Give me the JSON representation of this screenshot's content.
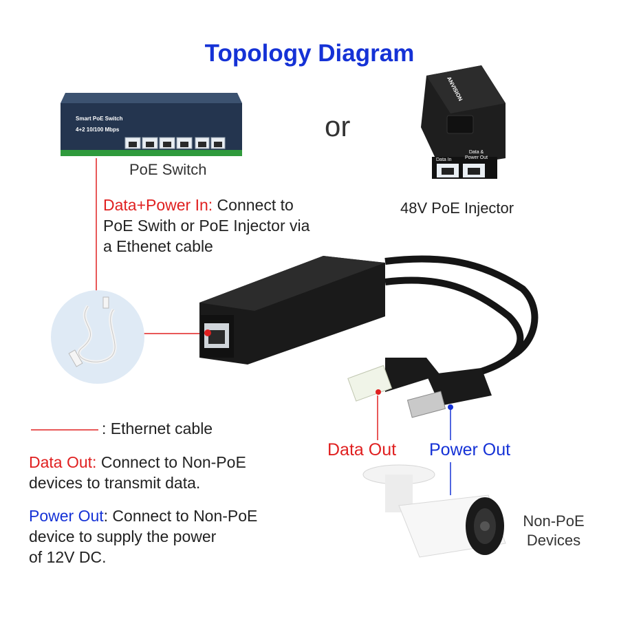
{
  "title": "Topology Diagram",
  "switch": {
    "label": "PoE Switch",
    "face_text_1": "Smart PoE Switch",
    "face_text_2": "4+2 10/100 Mbps"
  },
  "or_text": "or",
  "injector": {
    "label": "48V PoE Injector",
    "brand": "ANVISION",
    "port_data_in": "Data In",
    "port_data_power_out": "Data &\nPower Out"
  },
  "data_power_in": {
    "heading": "Data+Power In:",
    "text_1": " Connect to",
    "line_2": "PoE Swith or PoE Injector via",
    "line_3": "a Ethenet cable"
  },
  "legend": {
    "ethernet": ": Ethernet cable"
  },
  "data_out": {
    "heading": "Data Out:",
    "text_1": " Connect to Non-PoE",
    "line_2": "devices to transmit data.",
    "label": "Data Out"
  },
  "power_out": {
    "heading": "Power Out",
    "text_1": ": Connect to Non-PoE",
    "line_2": "device to supply the power",
    "line_3": "of 12V DC.",
    "label": "Power Out"
  },
  "devices": {
    "line_1": "Non-PoE",
    "line_2": "Devices"
  },
  "colors": {
    "red": "#e02020",
    "blue": "#1532d6",
    "switch_body": "#2a3f5c",
    "switch_stripe": "#2f9a3c"
  }
}
